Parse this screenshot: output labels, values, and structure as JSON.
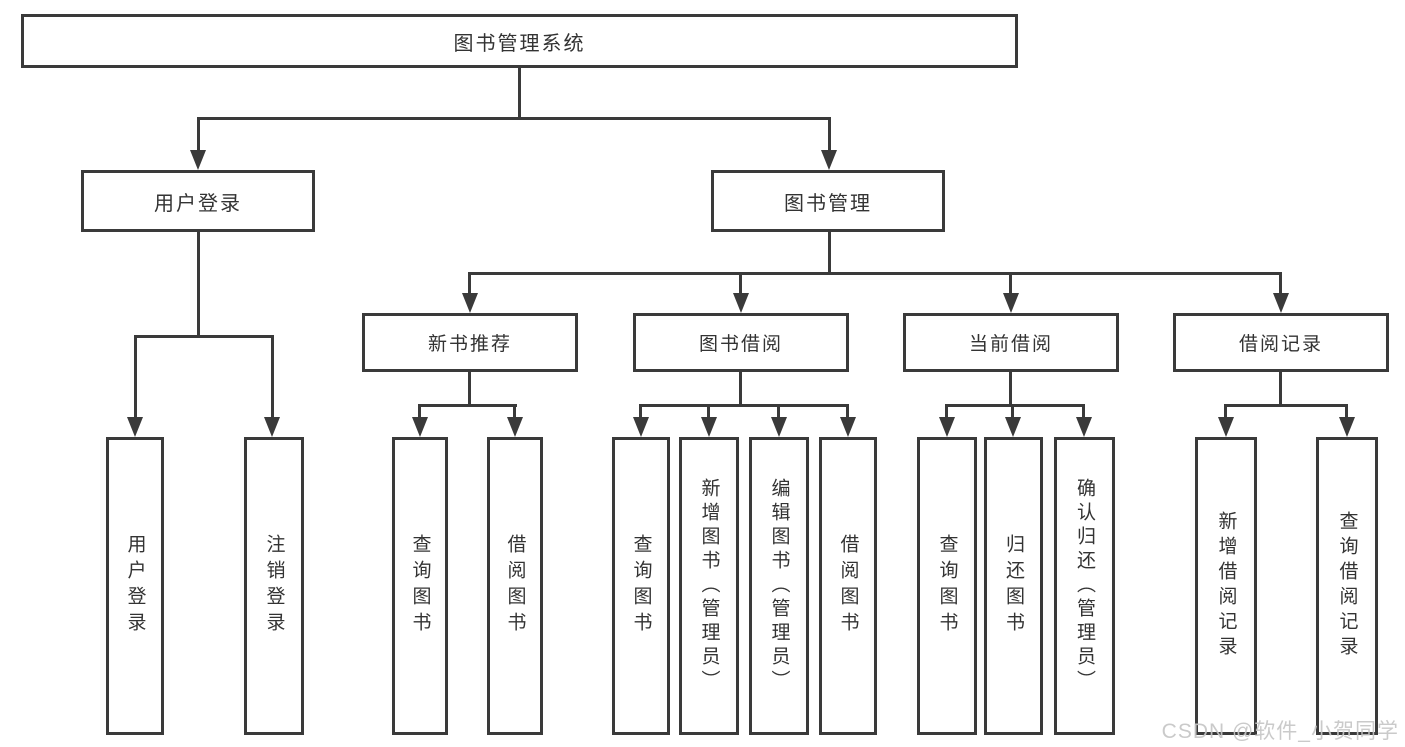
{
  "tree": {
    "label": "图书管理系统",
    "children": [
      {
        "label": "用户登录",
        "children": [
          {
            "label": "用户登录"
          },
          {
            "label": "注销登录"
          }
        ]
      },
      {
        "label": "图书管理",
        "children": [
          {
            "label": "新书推荐",
            "children": [
              {
                "label": "查询图书"
              },
              {
                "label": "借阅图书"
              }
            ]
          },
          {
            "label": "图书借阅",
            "children": [
              {
                "label": "查询图书"
              },
              {
                "label": "新增图书（管理员）"
              },
              {
                "label": "编辑图书（管理员）"
              },
              {
                "label": "借阅图书"
              }
            ]
          },
          {
            "label": "当前借阅",
            "children": [
              {
                "label": "查询图书"
              },
              {
                "label": "归还图书"
              },
              {
                "label": "确认归还（管理员）"
              }
            ]
          },
          {
            "label": "借阅记录",
            "children": [
              {
                "label": "新增借阅记录"
              },
              {
                "label": "查询借阅记录"
              }
            ]
          }
        ]
      }
    ]
  },
  "watermark": "CSDN @软件_小贺同学",
  "colors": {
    "line": "#3a3a3a",
    "box_border": "#3a3a3a",
    "text": "#333333",
    "background": "#ffffff",
    "watermark": "#c6c6c6"
  }
}
